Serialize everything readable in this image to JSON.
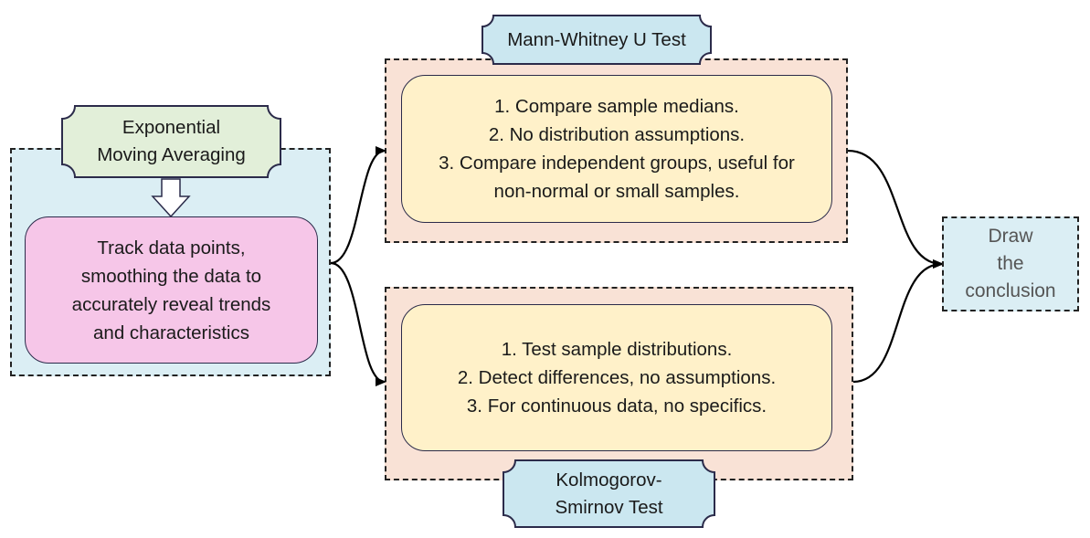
{
  "colors": {
    "left_group_bg": "#dbeef4",
    "right_group_bg": "#f9e2d6",
    "ema_plaque": "#e2efd9",
    "test_plaque": "#cbe7f0",
    "track_box": "#f6c6e8",
    "info_box": "#fff1c9",
    "conclusion_bg": "#dbeef4"
  },
  "ema": {
    "title": "Exponential\nMoving Averaging",
    "description": "Track data points,\nsmoothing the data to\naccurately reveal trends\nand characteristics"
  },
  "mann_whitney": {
    "title": "Mann-Whitney U Test",
    "points": "1. Compare sample medians.\n2. No distribution assumptions.\n3. Compare independent groups, useful for\nnon-normal or small samples."
  },
  "kolmogorov": {
    "title": "Kolmogorov-\nSmirnov Test",
    "points": "1. Test sample distributions.\n2. Detect differences, no assumptions.\n3. For continuous data, no specifics."
  },
  "conclusion": {
    "label": "Draw\nthe\nconclusion"
  }
}
